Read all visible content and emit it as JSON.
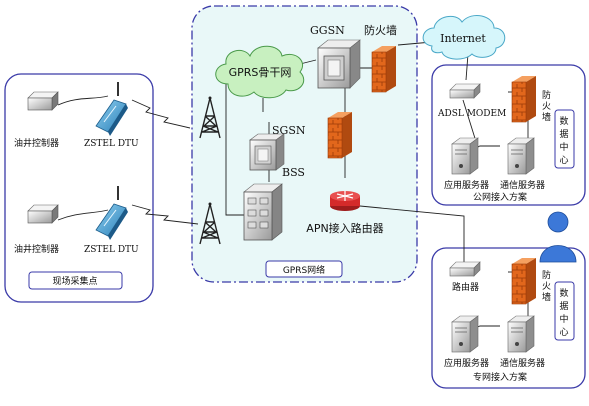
{
  "panels": {
    "field": {
      "label": "现场采集点"
    },
    "gprs": {
      "label": "GPRS网络"
    },
    "public_dc": {
      "title": "公网接入方案",
      "side_label": [
        "数",
        "据",
        "中",
        "心"
      ]
    },
    "private_dc": {
      "title": "专网接入方案",
      "side_label": [
        "数",
        "据",
        "中",
        "心"
      ]
    }
  },
  "nodes": {
    "oil_ctrl_1": "油井控制器",
    "dtu_1": "ZSTEL DTU",
    "oil_ctrl_2": "油井控制器",
    "dtu_2": "ZSTEL DTU",
    "gprs_backbone": "GPRS骨干网",
    "ggsn": "GGSN",
    "firewall_top": "防火墙",
    "internet": "Internet",
    "sgsn": "SGSN",
    "bss": "BSS",
    "apn_router": "APN接入路由器",
    "adsl_modem": "ADSL MODEM",
    "pub_firewall": [
      "防",
      "火",
      "墙"
    ],
    "pub_app_server": "应用服务器",
    "pub_comm_server": "通信服务器",
    "router": "路由器",
    "priv_firewall": [
      "防",
      "火",
      "墙"
    ],
    "priv_app_server": "应用服务器",
    "priv_comm_server": "通信服务器"
  },
  "colors": {
    "panel_border": "#3a3aa8",
    "gprs_fill": "#e9f8f8",
    "cloud_fill": "#c8f0c0",
    "internet_fill": "#d6f6fb",
    "firewall": "#e2671c",
    "router": "#d42a2a"
  }
}
